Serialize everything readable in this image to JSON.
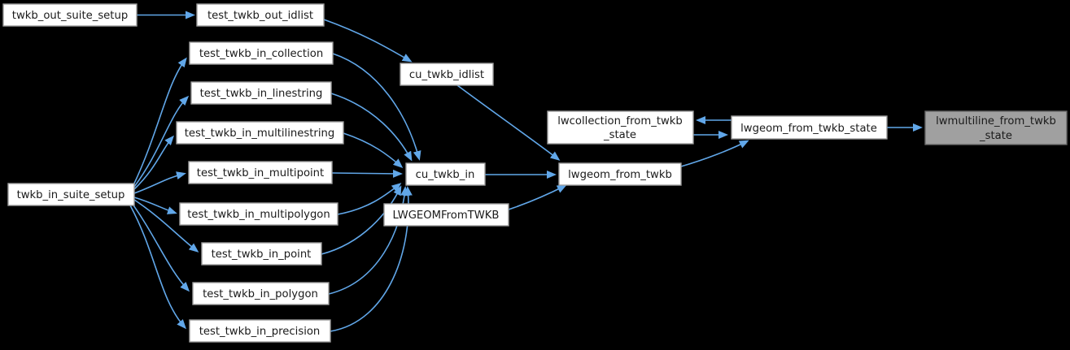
{
  "graph": {
    "kind": "caller-graph",
    "focus_function": "lwmultiline_from_twkb_state",
    "style": {
      "background_color": "#000000",
      "edge_color": "#61a7e9",
      "node_fill": "#ffffff",
      "node_border": "#9c9c9c",
      "highlight_fill": "#a0a0a0",
      "highlight_border": "#666666",
      "text_color": "#1a1a1a"
    }
  },
  "nodes": [
    {
      "id": "twkb_out_suite_setup",
      "label": "twkb_out_suite_setup"
    },
    {
      "id": "test_twkb_out_idlist",
      "label": "test_twkb_out_idlist"
    },
    {
      "id": "test_twkb_in_collection",
      "label": "test_twkb_in_collection"
    },
    {
      "id": "test_twkb_in_linestring",
      "label": "test_twkb_in_linestring"
    },
    {
      "id": "test_twkb_in_multilinestring",
      "label": "test_twkb_in_multilinestring"
    },
    {
      "id": "test_twkb_in_multipoint",
      "label": "test_twkb_in_multipoint"
    },
    {
      "id": "twkb_in_suite_setup",
      "label": "twkb_in_suite_setup"
    },
    {
      "id": "test_twkb_in_multipolygon",
      "label": "test_twkb_in_multipolygon"
    },
    {
      "id": "test_twkb_in_point",
      "label": "test_twkb_in_point"
    },
    {
      "id": "test_twkb_in_polygon",
      "label": "test_twkb_in_polygon"
    },
    {
      "id": "test_twkb_in_precision",
      "label": "test_twkb_in_precision"
    },
    {
      "id": "cu_twkb_idlist",
      "label": "cu_twkb_idlist"
    },
    {
      "id": "cu_twkb_in",
      "label": "cu_twkb_in"
    },
    {
      "id": "LWGEOMFromTWKB",
      "label": "LWGEOMFromTWKB"
    },
    {
      "id": "lwgeom_from_twkb",
      "label": "lwgeom_from_twkb"
    },
    {
      "id": "lwcollection_from_twkb_state",
      "lines": [
        "lwcollection_from_twkb",
        "_state"
      ]
    },
    {
      "id": "lwgeom_from_twkb_state",
      "label": "lwgeom_from_twkb_state"
    },
    {
      "id": "lwmultiline_from_twkb_state",
      "lines": [
        "lwmultiline_from_twkb",
        "_state"
      ],
      "highlighted": true
    }
  ],
  "edges": [
    {
      "from": "twkb_out_suite_setup",
      "to": "test_twkb_out_idlist"
    },
    {
      "from": "test_twkb_out_idlist",
      "to": "cu_twkb_idlist"
    },
    {
      "from": "cu_twkb_idlist",
      "to": "lwgeom_from_twkb"
    },
    {
      "from": "twkb_in_suite_setup",
      "to": "test_twkb_in_collection"
    },
    {
      "from": "twkb_in_suite_setup",
      "to": "test_twkb_in_linestring"
    },
    {
      "from": "twkb_in_suite_setup",
      "to": "test_twkb_in_multilinestring"
    },
    {
      "from": "twkb_in_suite_setup",
      "to": "test_twkb_in_multipoint"
    },
    {
      "from": "twkb_in_suite_setup",
      "to": "test_twkb_in_multipolygon"
    },
    {
      "from": "twkb_in_suite_setup",
      "to": "test_twkb_in_point"
    },
    {
      "from": "twkb_in_suite_setup",
      "to": "test_twkb_in_polygon"
    },
    {
      "from": "twkb_in_suite_setup",
      "to": "test_twkb_in_precision"
    },
    {
      "from": "test_twkb_in_collection",
      "to": "cu_twkb_in"
    },
    {
      "from": "test_twkb_in_linestring",
      "to": "cu_twkb_in"
    },
    {
      "from": "test_twkb_in_multilinestring",
      "to": "cu_twkb_in"
    },
    {
      "from": "test_twkb_in_multipoint",
      "to": "cu_twkb_in"
    },
    {
      "from": "test_twkb_in_multipolygon",
      "to": "cu_twkb_in"
    },
    {
      "from": "test_twkb_in_point",
      "to": "cu_twkb_in"
    },
    {
      "from": "test_twkb_in_polygon",
      "to": "cu_twkb_in"
    },
    {
      "from": "test_twkb_in_precision",
      "to": "cu_twkb_in"
    },
    {
      "from": "cu_twkb_in",
      "to": "lwgeom_from_twkb"
    },
    {
      "from": "LWGEOMFromTWKB",
      "to": "lwgeom_from_twkb"
    },
    {
      "from": "lwgeom_from_twkb",
      "to": "lwgeom_from_twkb_state"
    },
    {
      "from": "lwgeom_from_twkb_state",
      "to": "lwcollection_from_twkb_state"
    },
    {
      "from": "lwcollection_from_twkb_state",
      "to": "lwgeom_from_twkb_state"
    },
    {
      "from": "lwgeom_from_twkb_state",
      "to": "lwmultiline_from_twkb_state"
    }
  ]
}
